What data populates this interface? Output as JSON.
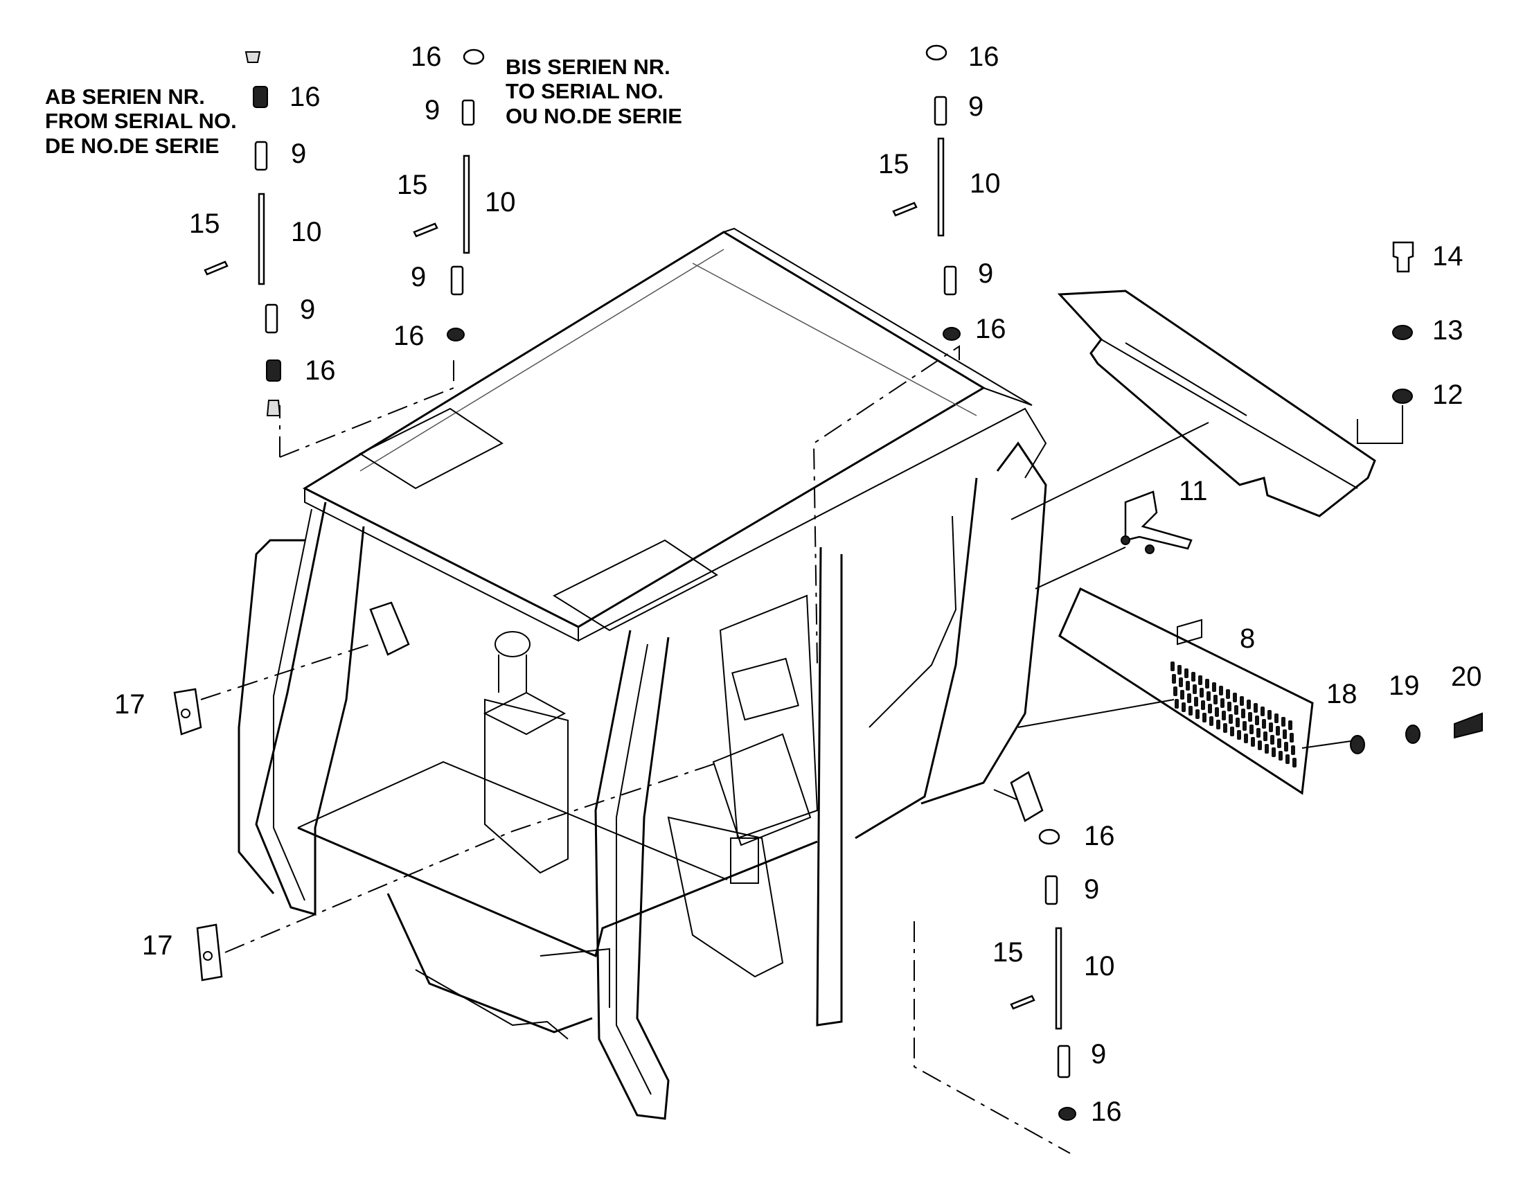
{
  "notes": {
    "from_serial": [
      "AB SERIEN NR.",
      "FROM SERIAL NO.",
      "DE NO.DE SERIE"
    ],
    "to_serial": [
      "BIS SERIEN NR.",
      "TO SERIAL NO.",
      "OU NO.DE SERIE"
    ]
  },
  "callouts": {
    "c16_a": "16",
    "c9_a": "9",
    "c15_a": "15",
    "c10_a": "10",
    "c9_b": "9",
    "c16_b": "16",
    "c16_c": "16",
    "c9_c": "9",
    "c15_b": "15",
    "c10_b": "10",
    "c9_d": "9",
    "c16_d": "16",
    "c16_e": "16",
    "c9_e": "9",
    "c15_c": "15",
    "c10_c": "10",
    "c9_f": "9",
    "c16_f": "16",
    "c14": "14",
    "c13": "13",
    "c12": "12",
    "c11": "11",
    "c8": "8",
    "c18": "18",
    "c19": "19",
    "c20": "20",
    "c17_a": "17",
    "c17_b": "17",
    "c16_g": "16",
    "c9_g": "9",
    "c15_d": "15",
    "c10_d": "10",
    "c9_h": "9",
    "c16_h": "16"
  }
}
